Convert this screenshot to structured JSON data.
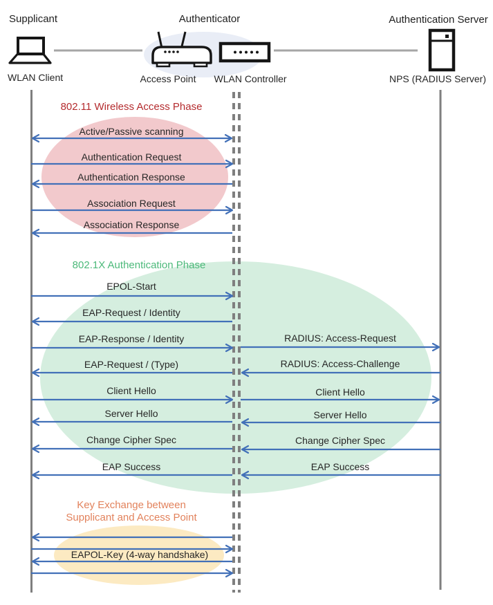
{
  "header": {
    "roles": {
      "supplicant": "Supplicant",
      "authenticator": "Authenticator",
      "authentication_server": "Authentication Server"
    },
    "devices": {
      "wlan_client": "WLAN Client",
      "access_point": "Access Point",
      "wlan_controller": "WLAN Controller",
      "nps": "NPS (RADIUS Server)"
    }
  },
  "phase1": {
    "title": "802.11 Wireless Access Phase",
    "title_color": "#b42b2e",
    "ellipse_color": "#f2c9cc",
    "messages": [
      {
        "label": "Active/Passive scanning",
        "from": "WLAN Client",
        "to": "WLAN Controller",
        "direction": "bidirectional"
      },
      {
        "label": "Authentication Request",
        "from": "WLAN Client",
        "to": "WLAN Controller",
        "direction": "right"
      },
      {
        "label": "Authentication Response",
        "from": "WLAN Controller",
        "to": "WLAN Client",
        "direction": "left"
      },
      {
        "label": "Association Request",
        "from": "WLAN Client",
        "to": "WLAN Controller",
        "direction": "right"
      },
      {
        "label": "Association Response",
        "from": "WLAN Controller",
        "to": "WLAN Client",
        "direction": "left"
      }
    ]
  },
  "phase2": {
    "title": "802.1X Authentication Phase",
    "title_color": "#4cb97a",
    "ellipse_color": "#d5eedf",
    "client_to_authenticator": [
      {
        "label": "EPOL-Start",
        "direction": "right"
      },
      {
        "label": "EAP-Request / Identity",
        "direction": "left"
      },
      {
        "label": "EAP-Response / Identity",
        "direction": "right"
      },
      {
        "label": "EAP-Request / (Type)",
        "direction": "left"
      },
      {
        "label": "Client Hello",
        "direction": "right"
      },
      {
        "label": "Server Hello",
        "direction": "left"
      },
      {
        "label": "Change Cipher Spec",
        "direction": "left"
      },
      {
        "label": "EAP Success",
        "direction": "left"
      }
    ],
    "authenticator_to_server": [
      {
        "label": "RADIUS: Access-Request",
        "direction": "right"
      },
      {
        "label": "RADIUS: Access-Challenge",
        "direction": "left"
      },
      {
        "label": "Client Hello",
        "direction": "right"
      },
      {
        "label": "Server Hello",
        "direction": "left"
      },
      {
        "label": "Change Cipher Spec",
        "direction": "left"
      },
      {
        "label": "EAP Success",
        "direction": "left"
      }
    ]
  },
  "phase3": {
    "title_line1": "Key Exchange between",
    "title_line2": "Supplicant and Access Point",
    "title_color": "#e2825c",
    "ellipse_color": "#fcEAc2",
    "messages": [
      {
        "label": "EAPOL-Key (4-way handshake)",
        "from": "WLAN Client",
        "to": "WLAN Controller",
        "direction": "bidirectional"
      }
    ]
  },
  "colors": {
    "arrow": "#4270b8",
    "lifeline": "#7f7f7f",
    "connector": "#a6a6a6",
    "icon": "#161616",
    "authenticator_ellipse": "#e9edf6",
    "text": "#1f1f1f"
  }
}
